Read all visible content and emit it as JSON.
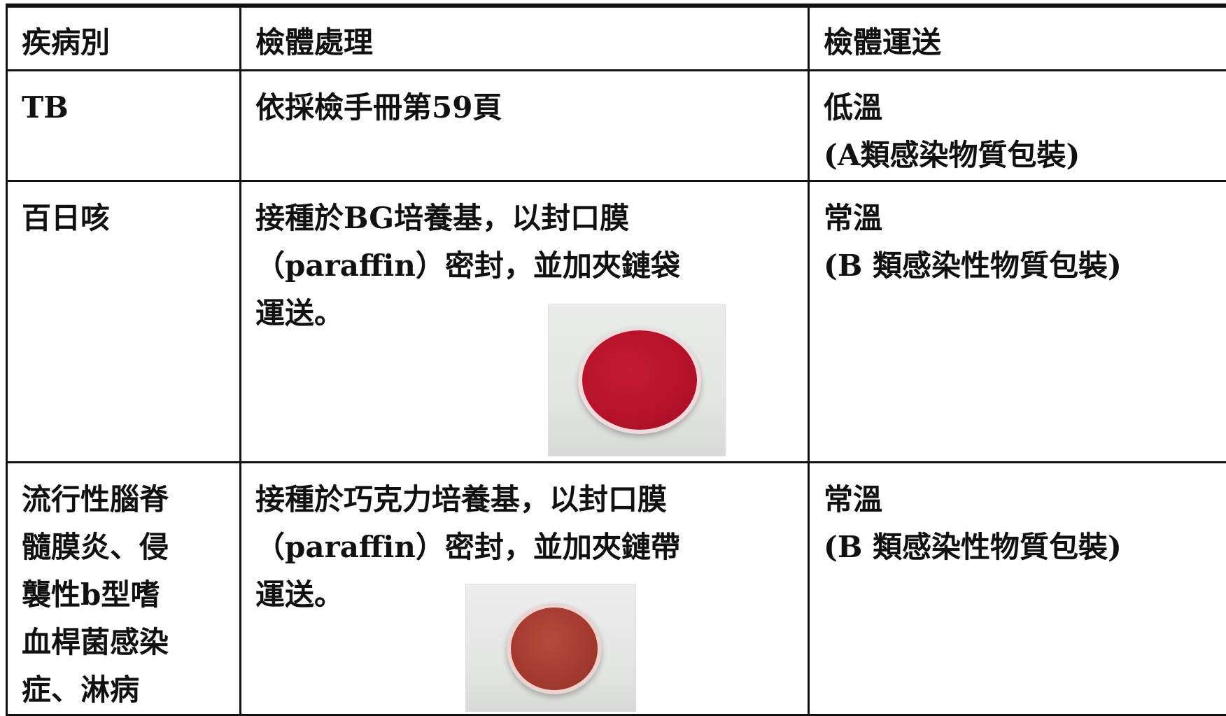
{
  "header": {
    "col1": "疾病別",
    "col2": "檢體處理",
    "col3": "檢體運送"
  },
  "rows": [
    {
      "disease": [
        "TB"
      ],
      "processing": [
        "依採檢手冊第59頁"
      ],
      "transport": [
        "低溫",
        "(A類感染物質包裝)"
      ]
    },
    {
      "disease": [
        "百日咳"
      ],
      "processing": [
        "接種於BG培養基，以封口膜",
        "（paraffin）密封，並加夾鏈袋",
        "運送。"
      ],
      "transport": [
        "常溫",
        "(B 類感染性物質包裝)"
      ],
      "image": "red-agar-plate"
    },
    {
      "disease": [
        "流行性腦脊",
        "髓膜炎、侵",
        "襲性b型嗜",
        "血桿菌感染",
        "症、淋病"
      ],
      "processing": [
        "接種於巧克力培養基，以封口膜",
        "（paraffin）密封，並加夾鏈帶",
        "運送。"
      ],
      "transport": [
        "常溫",
        "(B 類感染性物質包裝)"
      ],
      "image": "chocolate-agar-plate"
    }
  ]
}
